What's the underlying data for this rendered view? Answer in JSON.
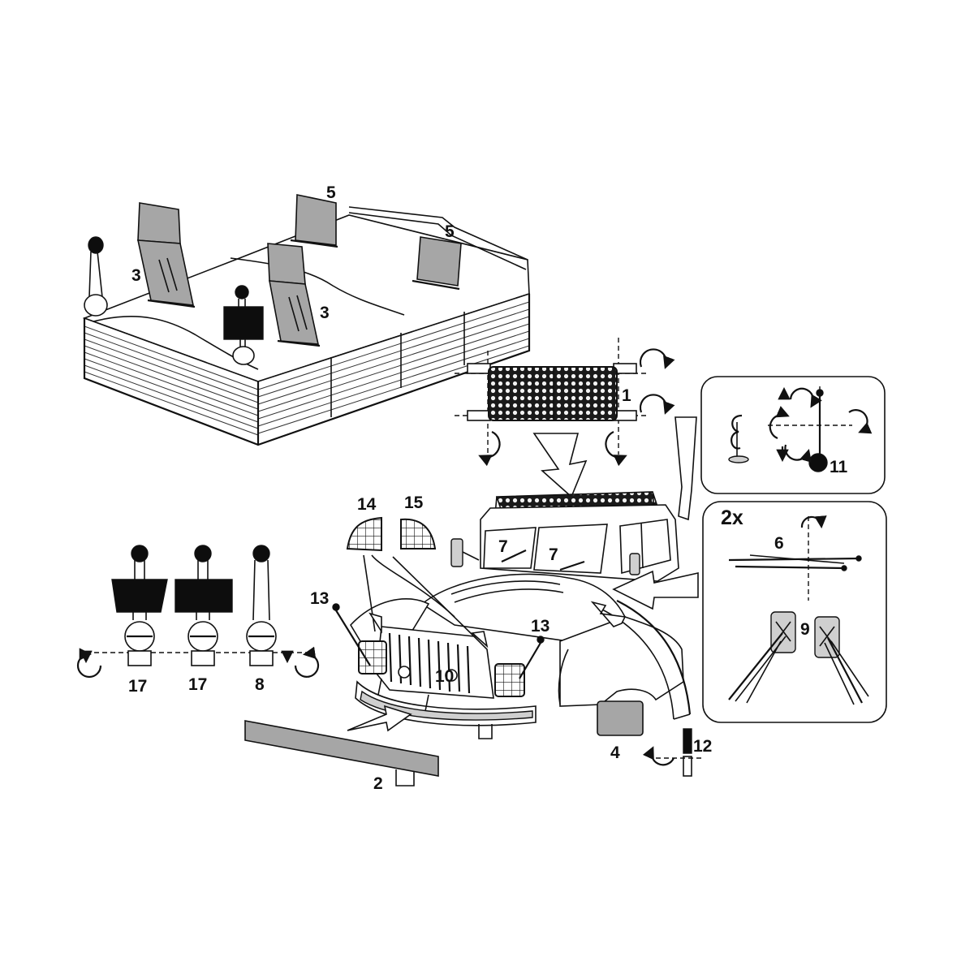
{
  "labels": {
    "grille": "1",
    "bumper_strip": "2",
    "roof_light_bracket": "3",
    "mudflap": "4",
    "horn_plate": "5",
    "antenna": "6",
    "wiper": "7",
    "spotlight_single": "8",
    "mirror": "9",
    "headlight_cluster": "10",
    "beacon": "11",
    "tow_pin": "12",
    "marker_lamp": "13",
    "window_guard_left": "14",
    "window_guard_right": "15",
    "spotlight_pair": "17"
  },
  "quantity_note": "2x",
  "icons": {
    "rotate": "rotate-arrow-icon",
    "assembly": "assembly-arrow-icon"
  }
}
